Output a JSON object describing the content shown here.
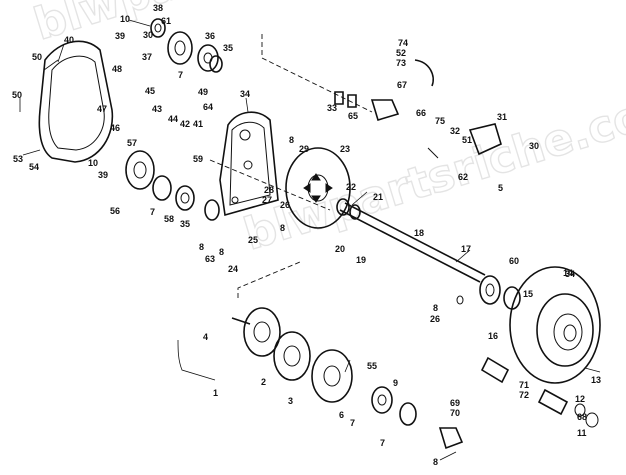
{
  "watermark": "blwpartsriche.com",
  "callouts": [
    {
      "id": "c1",
      "text": "1"
    },
    {
      "id": "c2",
      "text": "2"
    },
    {
      "id": "c3",
      "text": "3"
    },
    {
      "id": "c4",
      "text": "4"
    },
    {
      "id": "c5",
      "text": "5"
    },
    {
      "id": "c6",
      "text": "6"
    },
    {
      "id": "c7a",
      "text": "7"
    },
    {
      "id": "c7b",
      "text": "7"
    },
    {
      "id": "c7c",
      "text": "7"
    },
    {
      "id": "c7d",
      "text": "7"
    },
    {
      "id": "c8a",
      "text": "8"
    },
    {
      "id": "c8b",
      "text": "8"
    },
    {
      "id": "c8c",
      "text": "8"
    },
    {
      "id": "c8d",
      "text": "8"
    },
    {
      "id": "c8e",
      "text": "8"
    },
    {
      "id": "c8f",
      "text": "8"
    },
    {
      "id": "c9",
      "text": "9"
    },
    {
      "id": "c10",
      "text": "10"
    },
    {
      "id": "c10b",
      "text": "10"
    },
    {
      "id": "c11",
      "text": "11"
    },
    {
      "id": "c12",
      "text": "12"
    },
    {
      "id": "c13",
      "text": "13"
    },
    {
      "id": "c14",
      "text": "14"
    },
    {
      "id": "c15",
      "text": "15"
    },
    {
      "id": "c16",
      "text": "16"
    },
    {
      "id": "c17",
      "text": "17"
    },
    {
      "id": "c18",
      "text": "18"
    },
    {
      "id": "c19",
      "text": "19"
    },
    {
      "id": "c20",
      "text": "20"
    },
    {
      "id": "c21",
      "text": "21"
    },
    {
      "id": "c22",
      "text": "22"
    },
    {
      "id": "c23",
      "text": "23"
    },
    {
      "id": "c24",
      "text": "24"
    },
    {
      "id": "c25",
      "text": "25"
    },
    {
      "id": "c26a",
      "text": "26"
    },
    {
      "id": "c26b",
      "text": "26"
    },
    {
      "id": "c27",
      "text": "27"
    },
    {
      "id": "c28",
      "text": "28"
    },
    {
      "id": "c29",
      "text": "29"
    },
    {
      "id": "c30a",
      "text": "30"
    },
    {
      "id": "c30b",
      "text": "30"
    },
    {
      "id": "c31",
      "text": "31"
    },
    {
      "id": "c32",
      "text": "32"
    },
    {
      "id": "c33",
      "text": "33"
    },
    {
      "id": "c34a",
      "text": "34"
    },
    {
      "id": "c34b",
      "text": "34"
    },
    {
      "id": "c35a",
      "text": "35"
    },
    {
      "id": "c35b",
      "text": "35"
    },
    {
      "id": "c36",
      "text": "36"
    },
    {
      "id": "c37",
      "text": "37"
    },
    {
      "id": "c38",
      "text": "38"
    },
    {
      "id": "c39a",
      "text": "39"
    },
    {
      "id": "c39b",
      "text": "39"
    },
    {
      "id": "c40",
      "text": "40"
    },
    {
      "id": "c41",
      "text": "41"
    },
    {
      "id": "c42",
      "text": "42"
    },
    {
      "id": "c43",
      "text": "43"
    },
    {
      "id": "c44",
      "text": "44"
    },
    {
      "id": "c45",
      "text": "45"
    },
    {
      "id": "c46",
      "text": "46"
    },
    {
      "id": "c47",
      "text": "47"
    },
    {
      "id": "c48",
      "text": "48"
    },
    {
      "id": "c49",
      "text": "49"
    },
    {
      "id": "c50a",
      "text": "50"
    },
    {
      "id": "c50b",
      "text": "50"
    },
    {
      "id": "c51",
      "text": "51"
    },
    {
      "id": "c52",
      "text": "52"
    },
    {
      "id": "c53",
      "text": "53"
    },
    {
      "id": "c54",
      "text": "54"
    },
    {
      "id": "c55",
      "text": "55"
    },
    {
      "id": "c56",
      "text": "56"
    },
    {
      "id": "c57",
      "text": "57"
    },
    {
      "id": "c58",
      "text": "58"
    },
    {
      "id": "c59",
      "text": "59"
    },
    {
      "id": "c60",
      "text": "60"
    },
    {
      "id": "c61",
      "text": "61"
    },
    {
      "id": "c62",
      "text": "62"
    },
    {
      "id": "c63",
      "text": "63"
    },
    {
      "id": "c64",
      "text": "64"
    },
    {
      "id": "c65",
      "text": "65"
    },
    {
      "id": "c66",
      "text": "66"
    },
    {
      "id": "c67",
      "text": "67"
    },
    {
      "id": "c68",
      "text": "68"
    },
    {
      "id": "c69",
      "text": "69"
    },
    {
      "id": "c70",
      "text": "70"
    },
    {
      "id": "c71",
      "text": "71"
    },
    {
      "id": "c72",
      "text": "72"
    },
    {
      "id": "c73",
      "text": "73"
    },
    {
      "id": "c74",
      "text": "74"
    },
    {
      "id": "c75",
      "text": "75"
    }
  ]
}
